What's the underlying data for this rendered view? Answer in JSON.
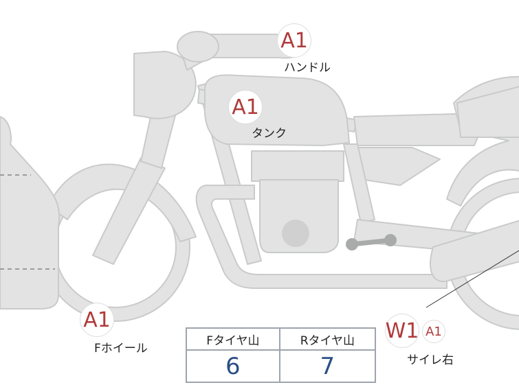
{
  "parts": {
    "handle": {
      "code": "A1",
      "label": "ハンドル"
    },
    "tank": {
      "code": "A1",
      "label": "タンク"
    },
    "fwheel": {
      "code": "A1",
      "label": "Fホイール"
    },
    "silencer": {
      "code": "W1",
      "subcode": "A1",
      "label": "サイレ右"
    }
  },
  "tire_table": {
    "front_header": "Fタイヤ山",
    "rear_header": "Rタイヤ山",
    "front_value": "6",
    "rear_value": "7"
  },
  "colors": {
    "badge_text": "#b03a3a",
    "value_text": "#2b4f86",
    "body_fill": "#e2e3e2",
    "body_stroke": "#c8cac9"
  }
}
